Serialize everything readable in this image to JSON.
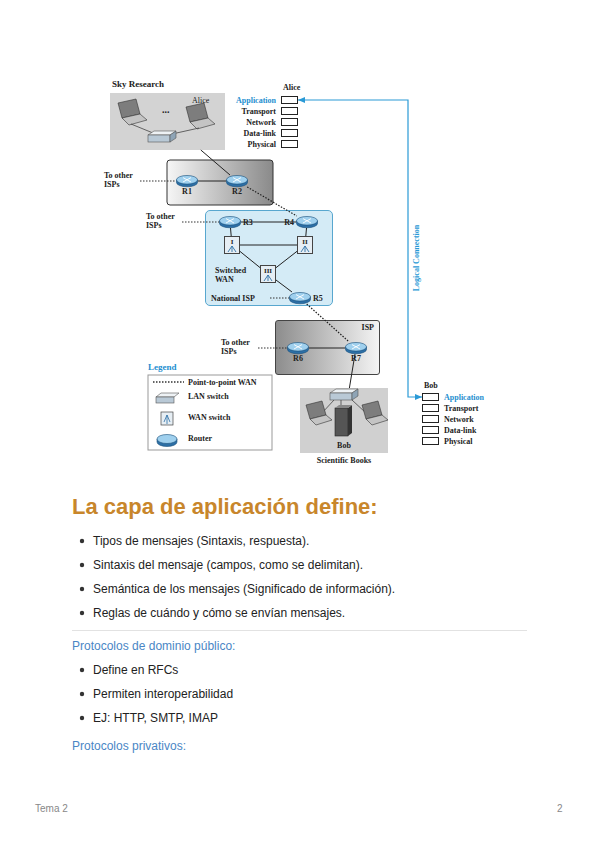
{
  "diagram": {
    "title": "La capa de aplicación define:",
    "nodes": [
      {
        "text": [
          "Sky Research"
        ]
      },
      {
        "text": [
          "Application"
        ]
      },
      {
        "text": [
          "Transport"
        ]
      },
      {
        "text": [
          "Network"
        ]
      },
      {
        "text": [
          "Data-link"
        ]
      },
      {
        "text": [
          "Physical"
        ]
      },
      {
        "text": [
          "R1"
        ]
      },
      {
        "text": [
          "R2"
        ]
      },
      {
        "text": [
          "National ISP"
        ]
      },
      {
        "text": [
          "R3"
        ],
        "in": 8
      },
      {
        "text": [
          "R4"
        ],
        "in": 8
      },
      {
        "text": [
          "I"
        ],
        "in": 8
      },
      {
        "text": [
          "II"
        ],
        "in": 8
      },
      {
        "text": [
          "III"
        ],
        "in": 8
      },
      {
        "text": [
          "R5"
        ],
        "in": 8
      },
      {
        "text": [
          "ISP"
        ]
      },
      {
        "text": [
          "R6"
        ],
        "in": 15
      },
      {
        "text": [
          "R7"
        ],
        "in": 15
      },
      {
        "text": [
          "Bob",
          "Scientific Books"
        ]
      },
      {
        "text": [
          "Application"
        ]
      },
      {
        "text": [
          "Transport"
        ]
      },
      {
        "text": [
          "Network"
        ]
      },
      {
        "text": [
          "Data-link"
        ]
      },
      {
        "text": [
          "Physical"
        ]
      }
    ],
    "edges": [
      {
        "from": 1,
        "to": 19,
        "label": "Logical Connection",
        "arrow": "both"
      },
      {
        "from": 0,
        "to": 7,
        "arrow": "none"
      },
      {
        "from": 6,
        "to": 7,
        "arrow": "none"
      },
      {
        "from": 7,
        "to": 10,
        "arrow": "none"
      },
      {
        "from": 9,
        "to": 10,
        "arrow": "none"
      },
      {
        "from": 9,
        "to": 11,
        "arrow": "none"
      },
      {
        "from": 10,
        "to": 12,
        "arrow": "none"
      },
      {
        "from": 11,
        "to": 12,
        "arrow": "none"
      },
      {
        "from": 11,
        "to": 13,
        "arrow": "none"
      },
      {
        "from": 12,
        "to": 13,
        "arrow": "none"
      },
      {
        "from": 13,
        "to": 14,
        "arrow": "none"
      },
      {
        "from": 14,
        "to": 17,
        "arrow": "none"
      },
      {
        "from": 16,
        "to": 17,
        "arrow": "none"
      },
      {
        "from": 17,
        "to": 18,
        "arrow": "none"
      }
    ],
    "labels": [
      "Alice",
      "...",
      "Alice",
      "To other ISPs",
      "To other ISPs",
      "Switched WAN",
      "To other ISPs",
      "Legend",
      "Bob",
      "Tipos de mensajes (Sintaxis, respuesta).",
      "Sintaxis del mensaje (campos, como se delimitan).",
      "Semántica de los mensajes (Significado de información).",
      "Reglas de cuándo y cómo se envían mensajes.",
      "Protocolos de dominio público:",
      "Define en RFCs",
      "Permiten interoperabilidad",
      "EJ: HTTP, SMTP, IMAP",
      "Protocolos privativos:",
      "Tema 2",
      "2"
    ],
    "legend": [
      {
        "text": "Point-to-point WAN"
      },
      {
        "text": "LAN switch"
      },
      {
        "text": "WAN switch"
      },
      {
        "text": "Router"
      }
    ]
  }
}
